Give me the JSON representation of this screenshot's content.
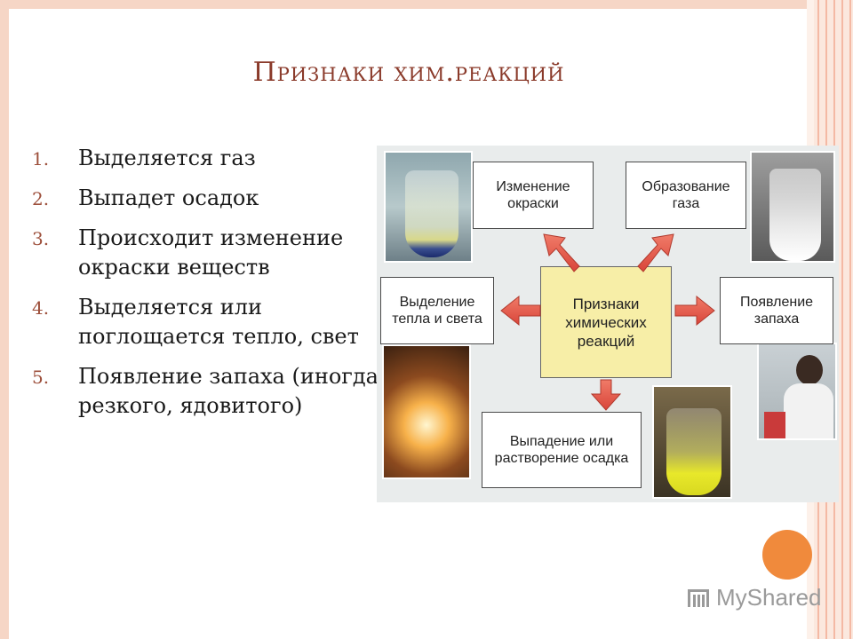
{
  "title": "Признаки хим.реакций",
  "list": [
    {
      "num": "1.",
      "text": "Выделяется газ"
    },
    {
      "num": "2.",
      "text": "Выпадет осадок"
    },
    {
      "num": "3.",
      "text": "Происходит изменение окраски веществ"
    },
    {
      "num": "4.",
      "text": "Выделяется или поглощается тепло, свет"
    },
    {
      "num": "5.",
      "text": "Появление запаха (иногда резкого, ядовитого)"
    }
  ],
  "diagram": {
    "center": "Признаки химических реакций",
    "color_change": "Изменение окраски",
    "gas": "Образование газа",
    "heat_light": "Выделение тепла и света",
    "smell": "Появление запаха",
    "precipitate": "Выпадение или растворение осадка"
  },
  "watermark": {
    "text": "MyShared",
    "icon": "myshared-logo-icon"
  },
  "colors": {
    "title": "#8a3a2a",
    "accent_circle": "#f08a3c",
    "center_box": "#f7eea7",
    "arrow": "#e0584a",
    "frame": "#f4b9a4"
  }
}
